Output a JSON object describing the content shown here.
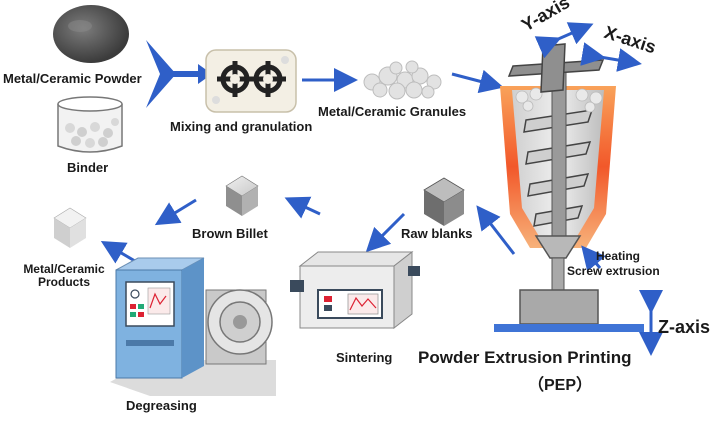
{
  "labels": {
    "powder": "Metal/Ceramic Powder",
    "binder": "Binder",
    "mixing": "Mixing and granulation",
    "granules": "Metal/Ceramic Granules",
    "y_axis": "Y-axis",
    "x_axis": "X-axis",
    "z_axis": "Z-axis",
    "heating": "Heating",
    "screw_extrusion": "Screw extrusion",
    "raw_blanks": "Raw blanks",
    "brown_billet": "Brown Billet",
    "sintering": "Sintering",
    "degreasing": "Degreasing",
    "products": "Metal/Ceramic Products",
    "pep_title": "Powder Extrusion Printing",
    "pep_abbr": "（PEP）"
  },
  "colors": {
    "arrow": "#2f5fc8",
    "heater": "#f2582a",
    "machine_body": "#7fb2e0",
    "machine_dark": "#3a4a5c",
    "printer_gray": "#a9a9a9"
  }
}
